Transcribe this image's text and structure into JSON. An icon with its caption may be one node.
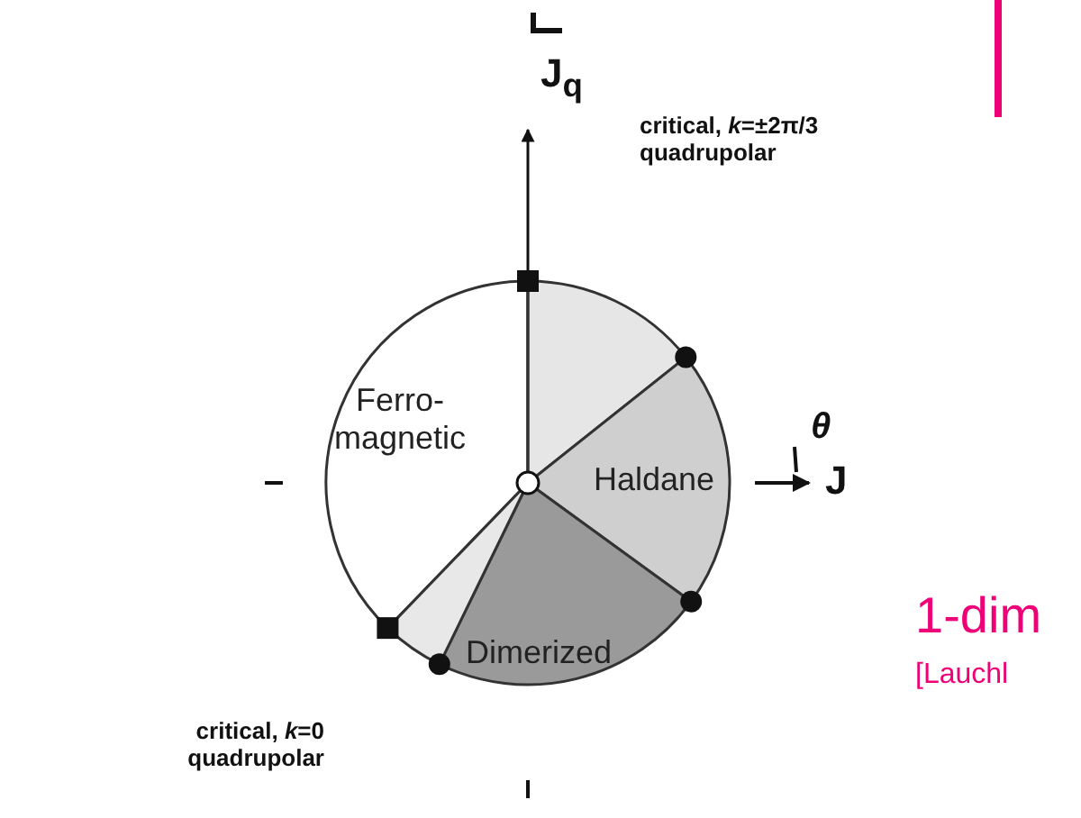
{
  "diagram": {
    "nodes": [
      {
        "text": [
          "Ferro- magnetic"
        ]
      },
      {
        "text": [
          "Haldane"
        ]
      },
      {
        "text": [
          "Dimerized"
        ]
      }
    ],
    "labels": [
      "J$_{q}$",
      "critical, *k*=±2π/3 quadrupolar",
      "θ",
      "J",
      "critical, *k*=0 quadrupolar",
      "1-dim",
      "[Lauchl"
    ]
  }
}
